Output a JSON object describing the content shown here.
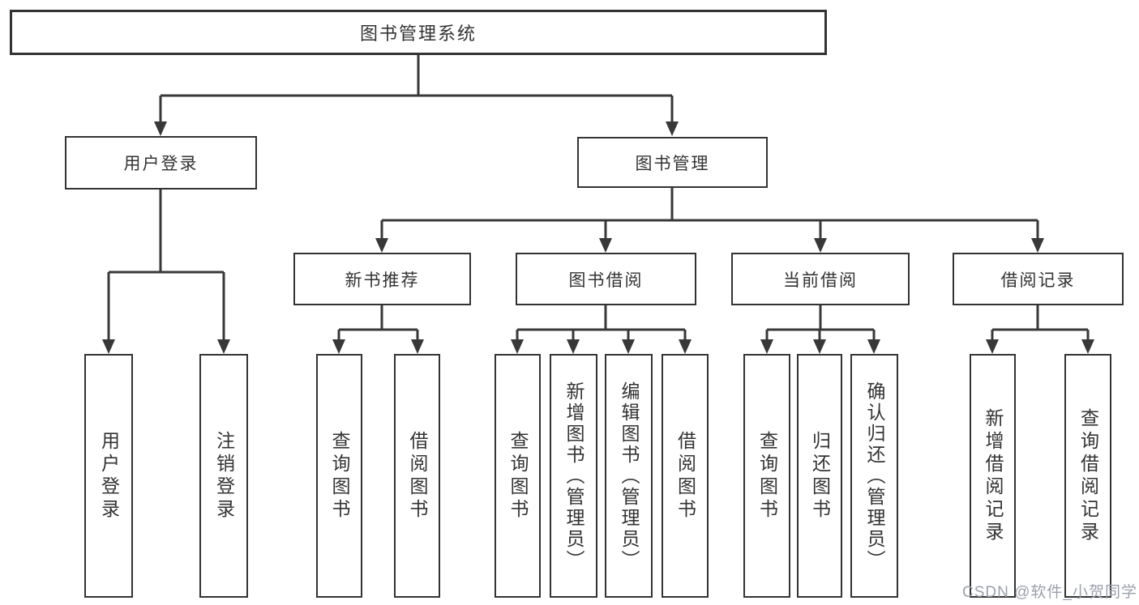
{
  "diagram": {
    "root": "图书管理系统",
    "level2": {
      "user_login": "用户登录",
      "book_mgmt": "图书管理"
    },
    "level3": {
      "new_book_rec": "新书推荐",
      "book_borrow": "图书借阅",
      "current_borrow": "当前借阅",
      "borrow_records": "借阅记录"
    },
    "leaves": {
      "user_login": [
        "用户登录",
        "注销登录"
      ],
      "new_book_rec": [
        "查询图书",
        "借阅图书"
      ],
      "book_borrow": [
        "查询图书",
        "新增图书（管理员）",
        "编辑图书（管理员）",
        "借阅图书"
      ],
      "current_borrow": [
        "查询图书",
        "归还图书",
        "确认归还（管理员）"
      ],
      "borrow_records": [
        "新增借阅记录",
        "查询借阅记录"
      ]
    }
  },
  "watermark": "CSDN @软件_小贺同学",
  "colors": {
    "line": "#383838",
    "box_border": "#333333",
    "text": "#333333",
    "background": "#ffffff",
    "watermark": "#9ba0ab"
  }
}
